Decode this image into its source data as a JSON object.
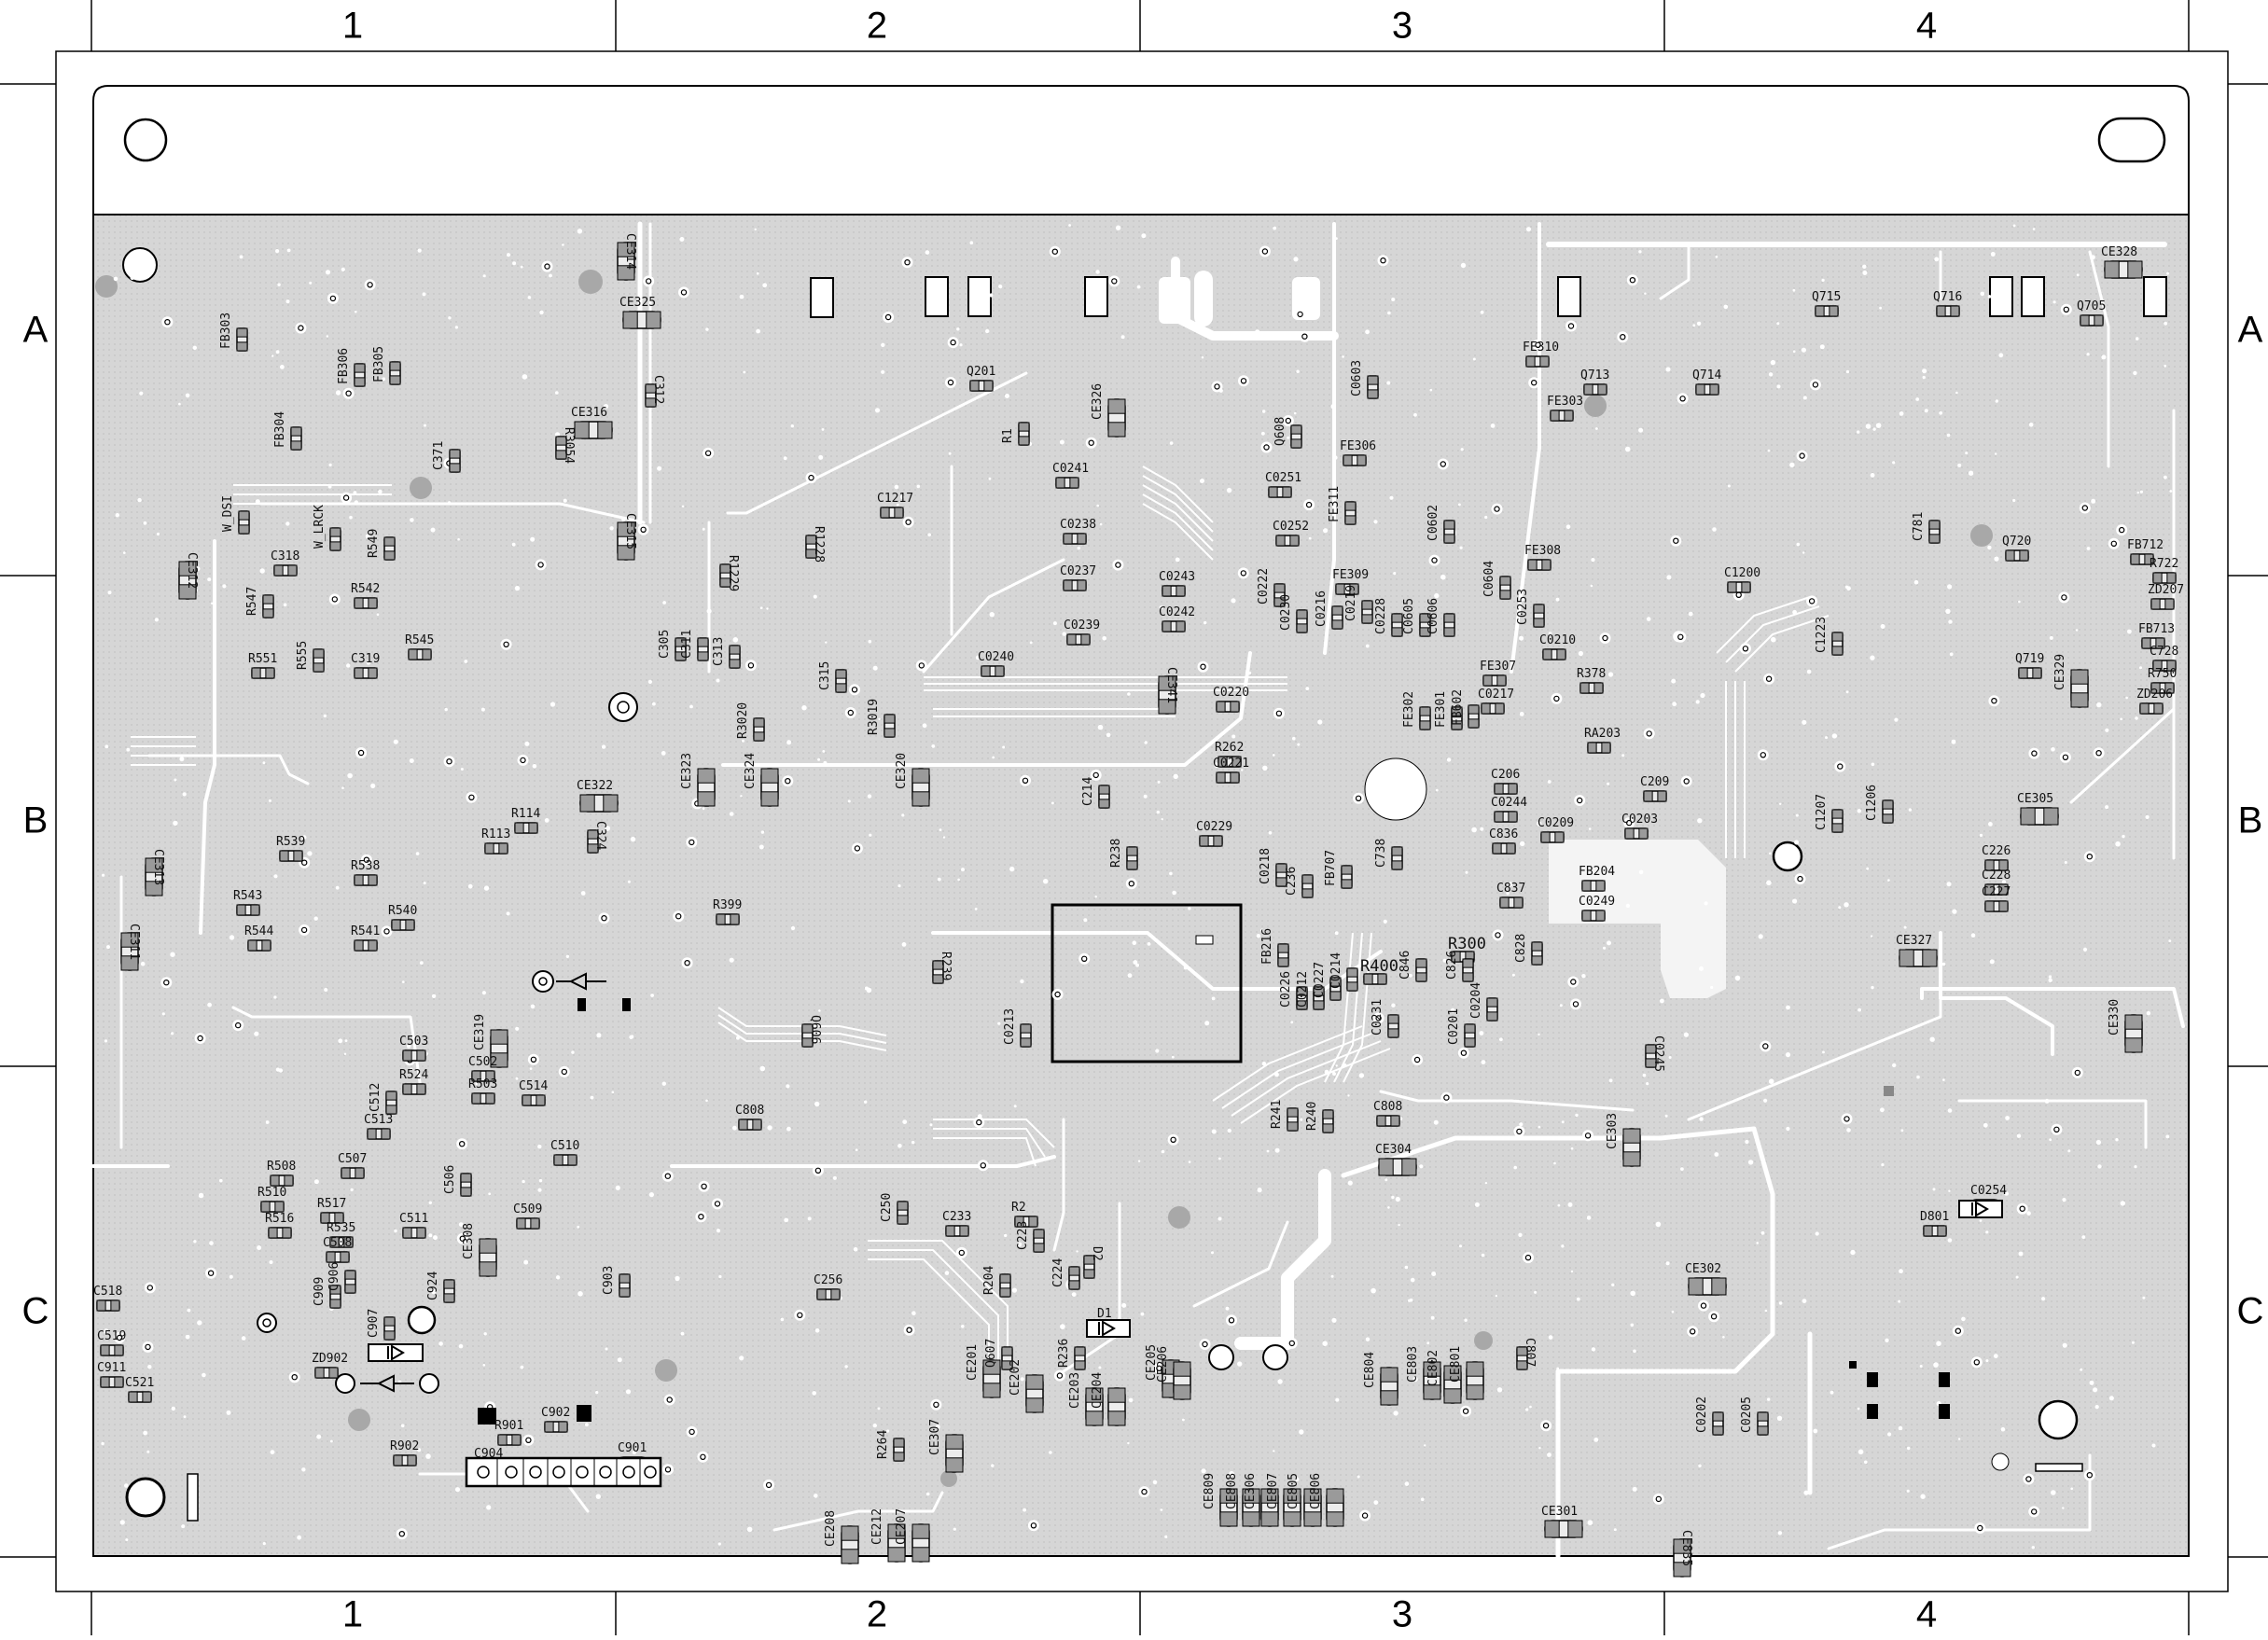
{
  "frame": {
    "columns": [
      "1",
      "2",
      "3",
      "4"
    ],
    "rows": [
      "A",
      "B",
      "C"
    ]
  },
  "colors": {
    "board": "#d4d4d4",
    "trace": "#ffffff",
    "pad": "#f2f2f2",
    "copper_dark": "#a8a8a8",
    "outline": "#000000"
  },
  "components": [
    "CE314",
    "CE325",
    "C312",
    "CE316",
    "R3054",
    "CE315",
    "FB303",
    "FB304",
    "FB306",
    "FB305",
    "C371",
    "W_LRCK",
    "W_DSI",
    "R549",
    "C318",
    "CE312",
    "R547",
    "R542",
    "R551",
    "R555",
    "C319",
    "R545",
    "R1229",
    "R1228",
    "C1217",
    "Q201",
    "R1",
    "C0241",
    "CE326",
    "C0238",
    "C0237",
    "C0243",
    "C0239",
    "C0242",
    "C0240",
    "C305",
    "C311",
    "C313",
    "C315",
    "R3020",
    "R3019",
    "CE323",
    "CE324",
    "CE320",
    "CE341",
    "C0603",
    "Q608",
    "FE306",
    "C0251",
    "C0252",
    "FE311",
    "C0602",
    "C0222",
    "C0230",
    "C0216",
    "C0219",
    "C0228",
    "C0605",
    "C0606",
    "C0604",
    "C0253",
    "FE309",
    "FE308",
    "FE310",
    "FE303",
    "Q713",
    "Q714",
    "Q715",
    "Q716",
    "Q705",
    "CE328",
    "C1200",
    "C1223",
    "C781",
    "Q720",
    "FB712",
    "R722",
    "ZD207",
    "FB713",
    "C728",
    "R750",
    "ZD206",
    "Q719",
    "CE329",
    "C0210",
    "R378",
    "RA203",
    "FE307",
    "C0217",
    "FE302",
    "FE301",
    "FB602",
    "C0201",
    "C0220",
    "R262",
    "C0221",
    "C0229",
    "C214",
    "R238",
    "C0218",
    "C0209",
    "C0203",
    "C209",
    "C206",
    "C0244",
    "C836",
    "C837",
    "FB204",
    "C0249",
    "C1207",
    "C1206",
    "CE305",
    "C226",
    "C228",
    "C227",
    "CE327",
    "CE330",
    "C0245",
    "R113",
    "R114",
    "CE322",
    "C324",
    "R539",
    "R538",
    "R543",
    "R540",
    "R544",
    "R541",
    "CE313",
    "CE311",
    "R399",
    "R239",
    "Q606",
    "C0213",
    "C236",
    "FB707",
    "FB216",
    "C0226",
    "C0212",
    "C0227",
    "C0214",
    "C738",
    "R400",
    "R300",
    "C0204",
    "C826",
    "C828",
    "C846",
    "C0231",
    "C808",
    "R241",
    "R240",
    "CE304",
    "CE303",
    "C0254",
    "D801",
    "CE302",
    "C503",
    "CE319",
    "C502",
    "R524",
    "C512",
    "R503",
    "C514",
    "C513",
    "C510",
    "C808b",
    "C507",
    "C506",
    "R508",
    "R510",
    "R517",
    "R516",
    "R535",
    "C508",
    "C511",
    "C509",
    "CE308",
    "C518",
    "C519",
    "C911",
    "C521",
    "C909",
    "C906",
    "C907",
    "C924",
    "ZD902",
    "C903",
    "R902",
    "R901",
    "C902",
    "C904",
    "C901",
    "C250",
    "C233",
    "R2",
    "C223",
    "D2",
    "C256",
    "R204",
    "C224",
    "Q607",
    "R236",
    "D1",
    "CE201",
    "CE202",
    "CE203",
    "CE204",
    "CE205",
    "CE206",
    "R264",
    "CE307",
    "CE208",
    "CE212",
    "CE207",
    "CE809",
    "CE808",
    "CE306",
    "CE807",
    "CE805",
    "CE806",
    "CE804",
    "CE803",
    "CE802",
    "CE801",
    "C807",
    "CE301",
    "C0202",
    "C0205",
    "CE835"
  ]
}
